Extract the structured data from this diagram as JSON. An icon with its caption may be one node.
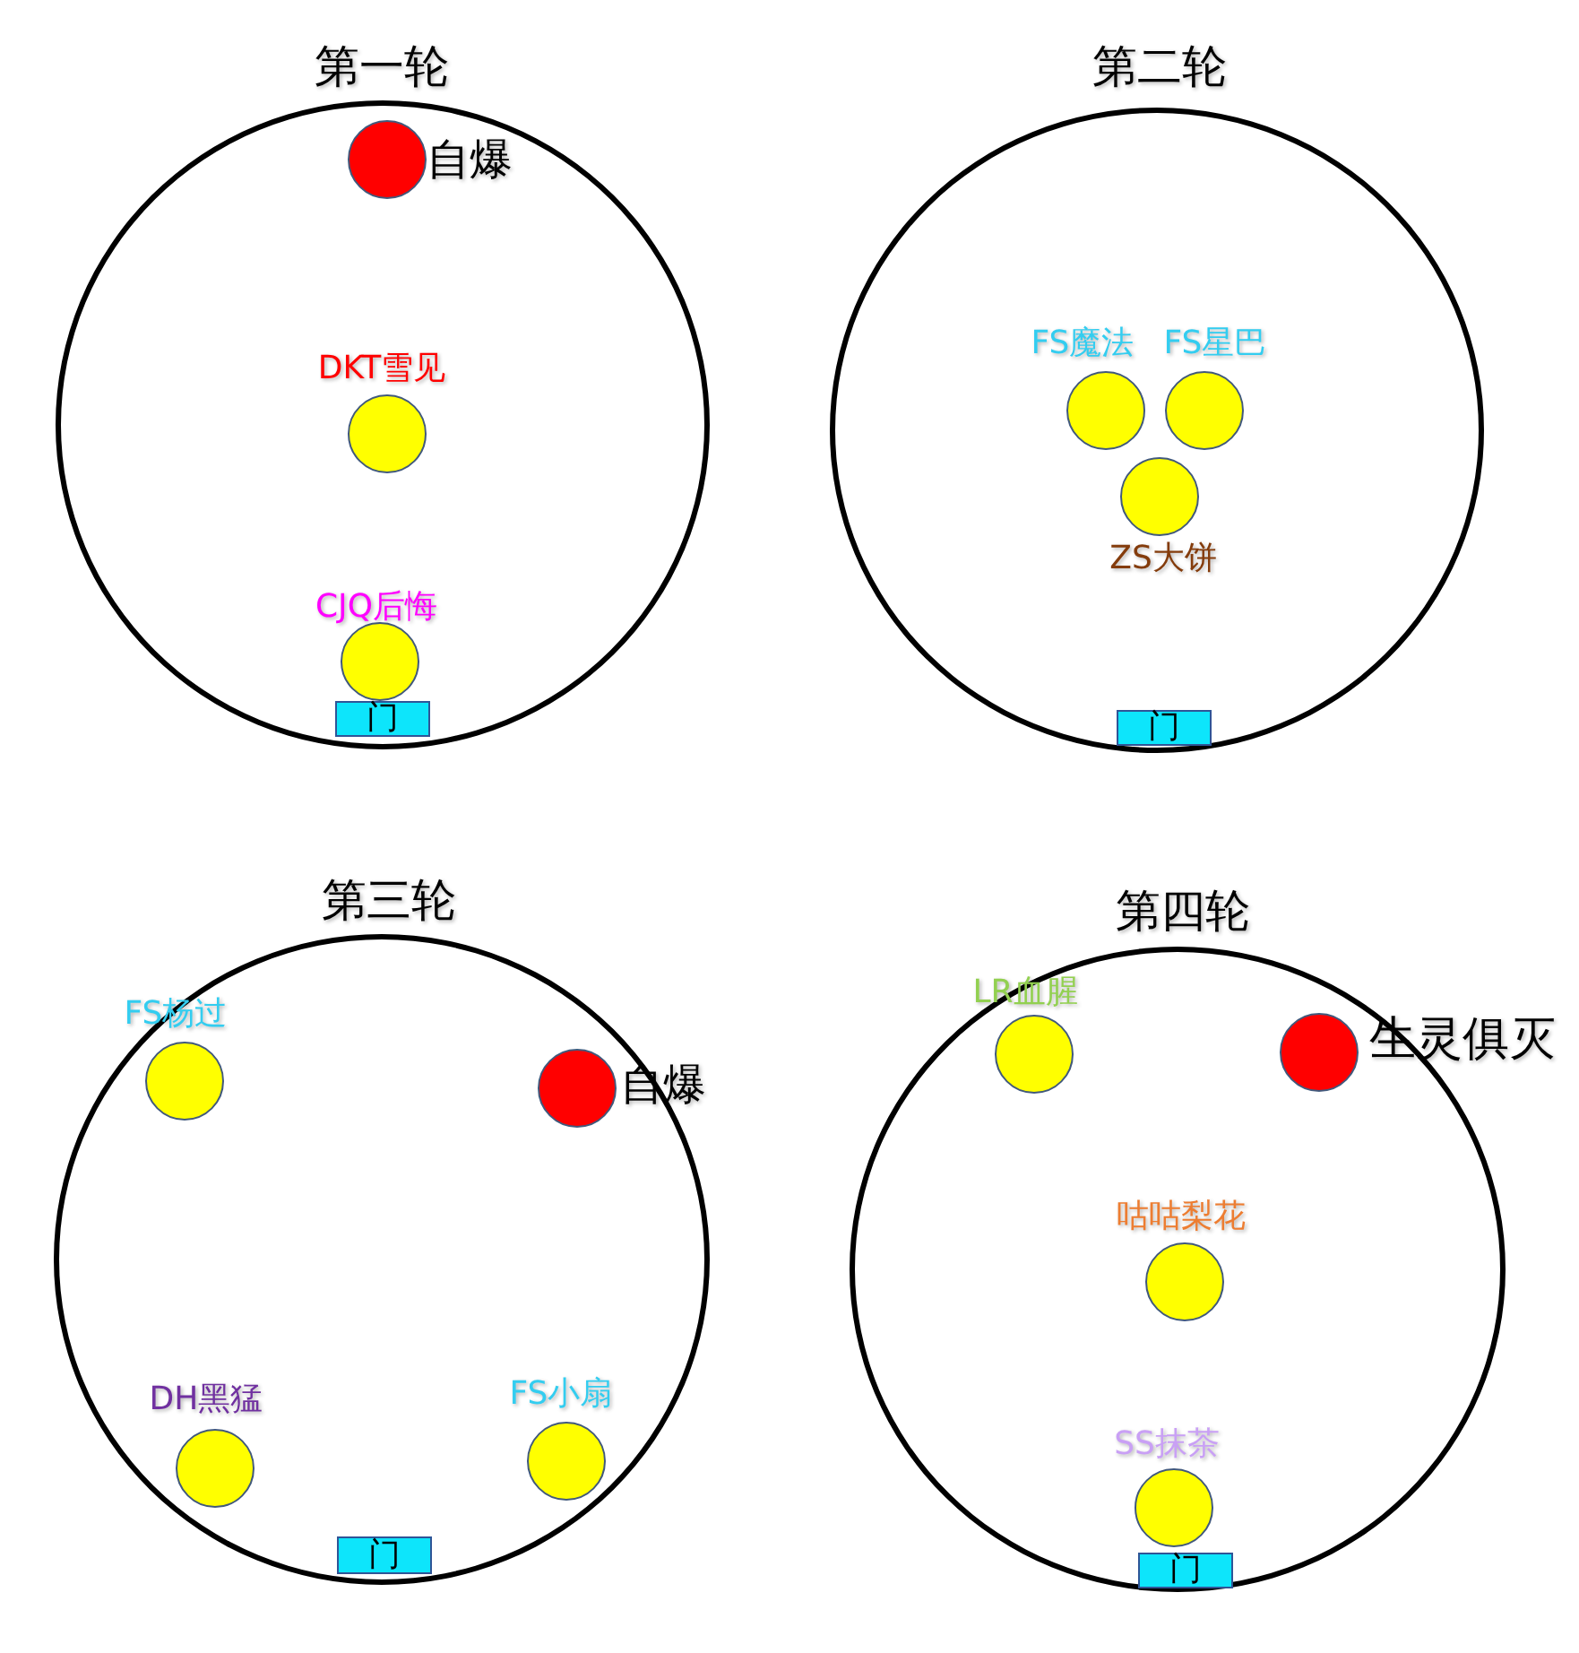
{
  "diagram": {
    "nodes": [
      {
        "text": [
          "第一轮"
        ]
      },
      {
        "text": [
          "自爆"
        ],
        "in": 0
      },
      {
        "text": [
          "DKT雪见"
        ],
        "in": 0
      },
      {
        "text": [
          "CJQ后悔"
        ],
        "in": 0
      },
      {
        "text": [
          "门"
        ],
        "in": 0
      },
      {
        "text": [
          "第二轮"
        ]
      },
      {
        "text": [
          "FS魔法"
        ],
        "in": 5
      },
      {
        "text": [
          "FS星巴"
        ],
        "in": 5
      },
      {
        "text": [
          "ZS大饼"
        ],
        "in": 5
      },
      {
        "text": [
          "门"
        ],
        "in": 5
      },
      {
        "text": [
          "第三轮"
        ]
      },
      {
        "text": [
          "FS杨过"
        ],
        "in": 10
      },
      {
        "text": [
          "自爆"
        ],
        "in": 10
      },
      {
        "text": [
          "DH黑猛"
        ],
        "in": 10
      },
      {
        "text": [
          "FS小扇"
        ],
        "in": 10
      },
      {
        "text": [
          "门"
        ],
        "in": 10
      },
      {
        "text": [
          "第四轮"
        ]
      },
      {
        "text": [
          "LR血腥"
        ],
        "in": 16
      },
      {
        "text": [
          "生灵俱灭"
        ],
        "in": 16
      },
      {
        "text": [
          "咕咕梨花"
        ],
        "in": 16
      },
      {
        "text": [
          "SS抹茶"
        ],
        "in": 16
      },
      {
        "text": [
          "门"
        ],
        "in": 16
      }
    ]
  }
}
